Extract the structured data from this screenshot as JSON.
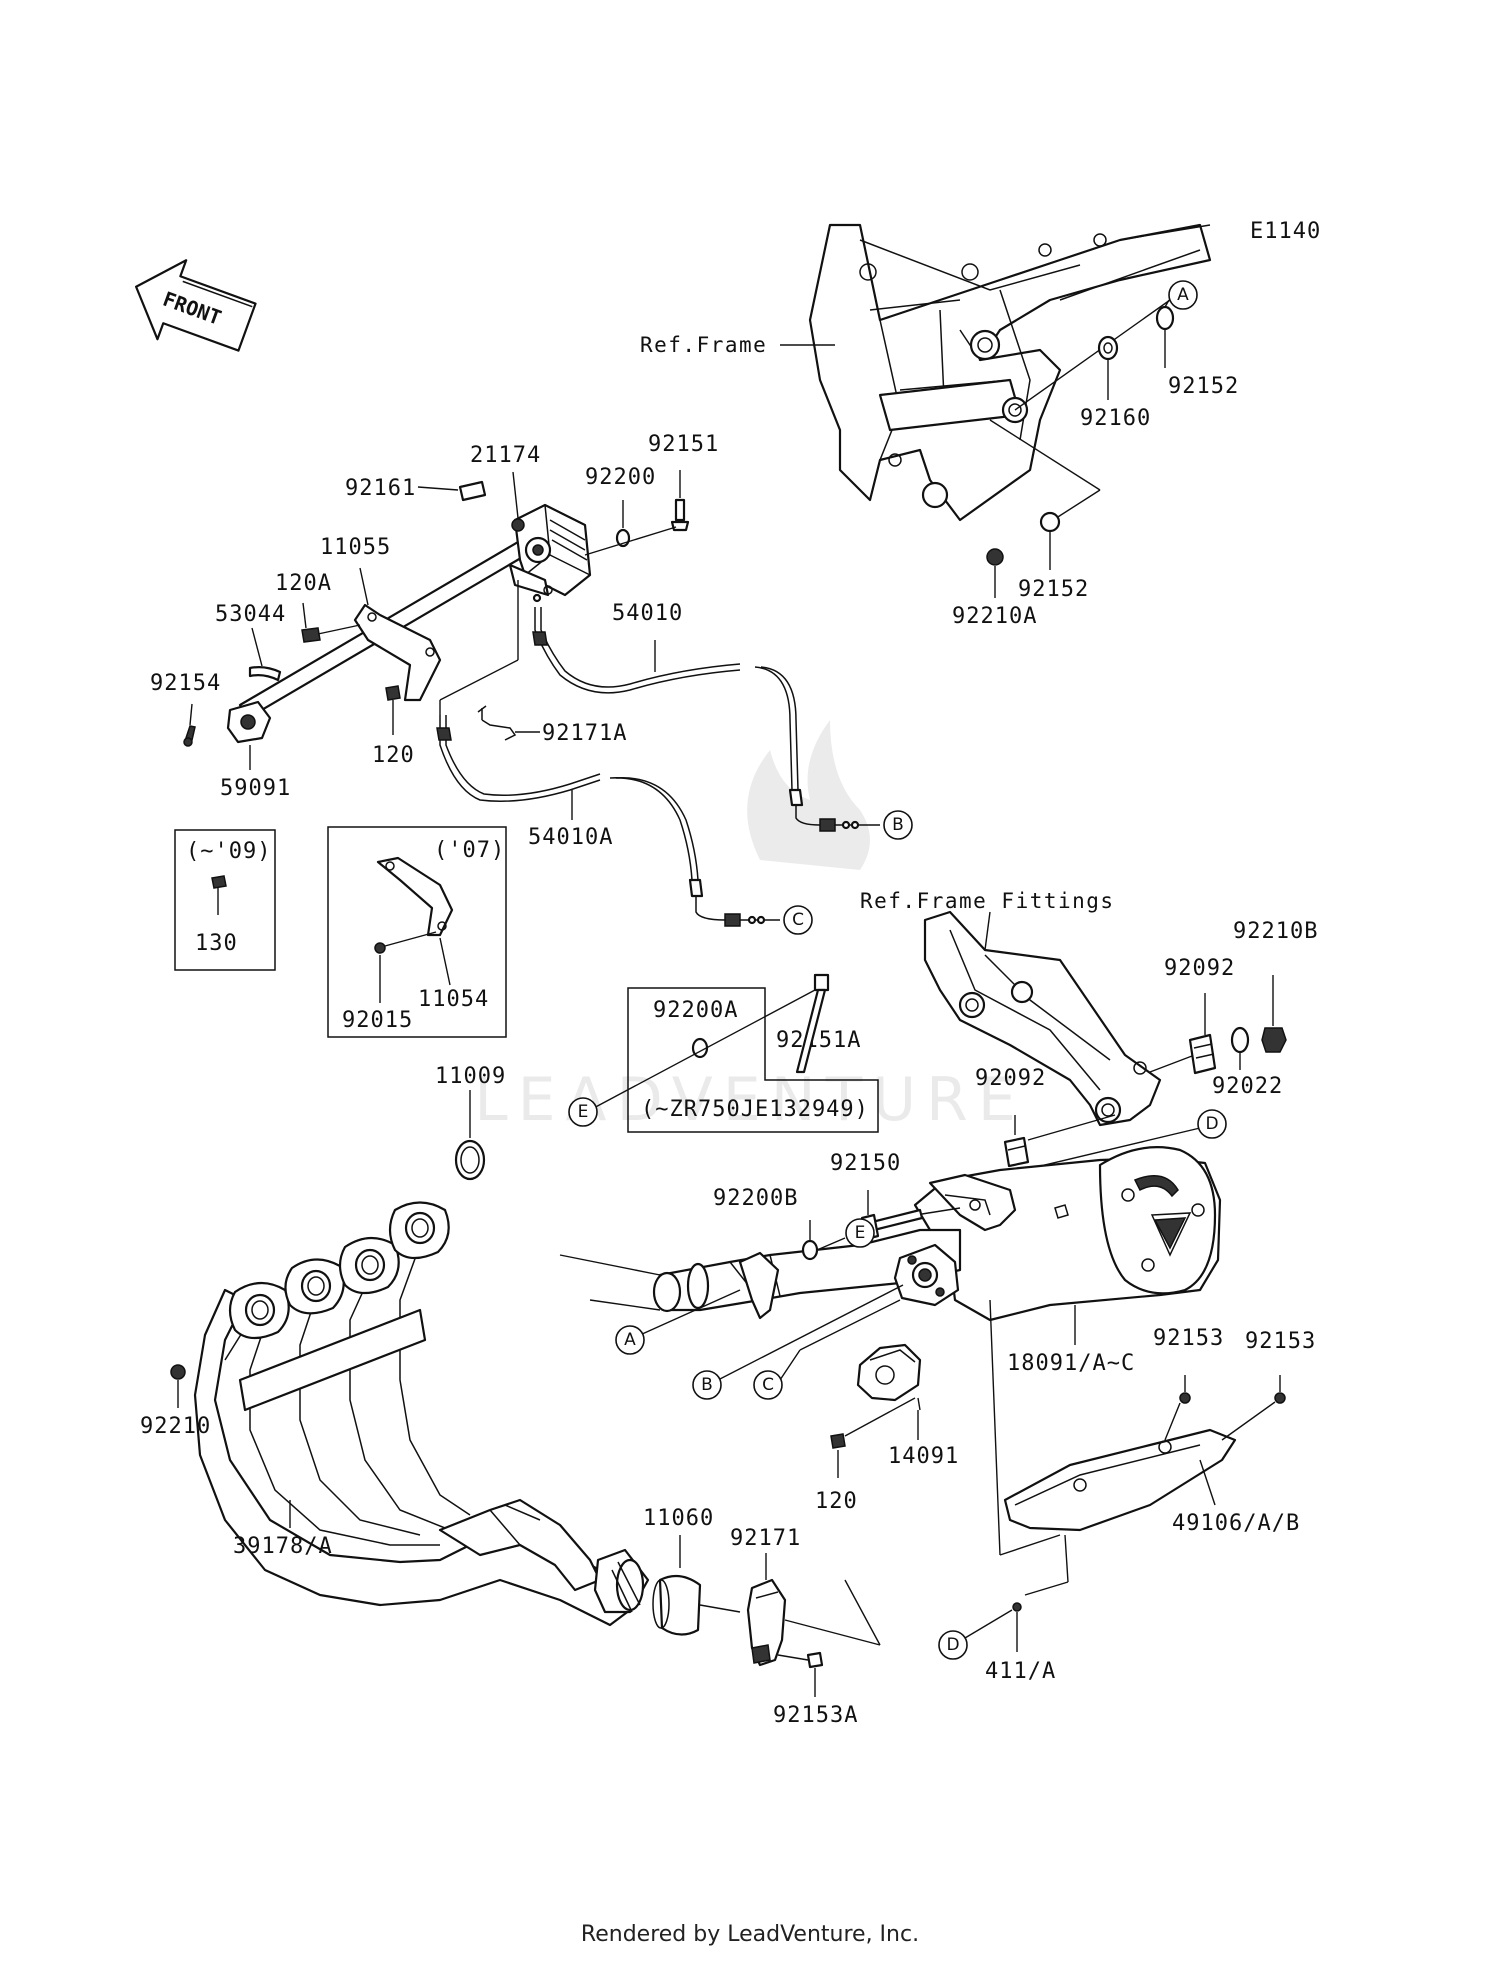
{
  "diagram_code": "E1140",
  "front_arrow_label": "FRONT",
  "refs": {
    "ref_frame": "Ref.Frame",
    "ref_frame_fittings": "Ref.Frame Fittings"
  },
  "callouts": {
    "A": "A",
    "B": "B",
    "C": "C",
    "D": "D",
    "E": "E"
  },
  "parts": {
    "p92152_top": "92152",
    "p92160": "92160",
    "p92152_bot": "92152",
    "p92210A": "92210A",
    "p92161": "92161",
    "p21174": "21174",
    "p92151": "92151",
    "p92200": "92200",
    "p11055": "11055",
    "p120A": "120A",
    "p53044": "53044",
    "p54010": "54010",
    "p92154": "92154",
    "p120_top": "120",
    "p92171A": "92171A",
    "p59091": "59091",
    "p54010A": "54010A",
    "p130": "130",
    "p11054": "11054",
    "p92015": "92015",
    "p92200A": "92200A",
    "p92151A": "92151A",
    "p92210B": "92210B",
    "p92092_top": "92092",
    "p92022": "92022",
    "p92092_mid": "92092",
    "p11009": "11009",
    "p92150": "92150",
    "p92200B": "92200B",
    "p18091": "18091/A~C",
    "p92153_left": "92153",
    "p92153_right": "92153",
    "p92210": "92210",
    "p14091": "14091",
    "p120_bot": "120",
    "p49106": "49106/A/B",
    "p39178": "39178/A",
    "p11060": "11060",
    "p92171": "92171",
    "p411": "411/A",
    "p92153A": "92153A"
  },
  "boxes": {
    "box_09": "(~'09)",
    "box_07": "('07)",
    "box_serial": "(~ZR750JE132949)"
  },
  "footer_text": "Rendered by LeadVenture, Inc.",
  "watermark_text": "LEADVENTURE"
}
